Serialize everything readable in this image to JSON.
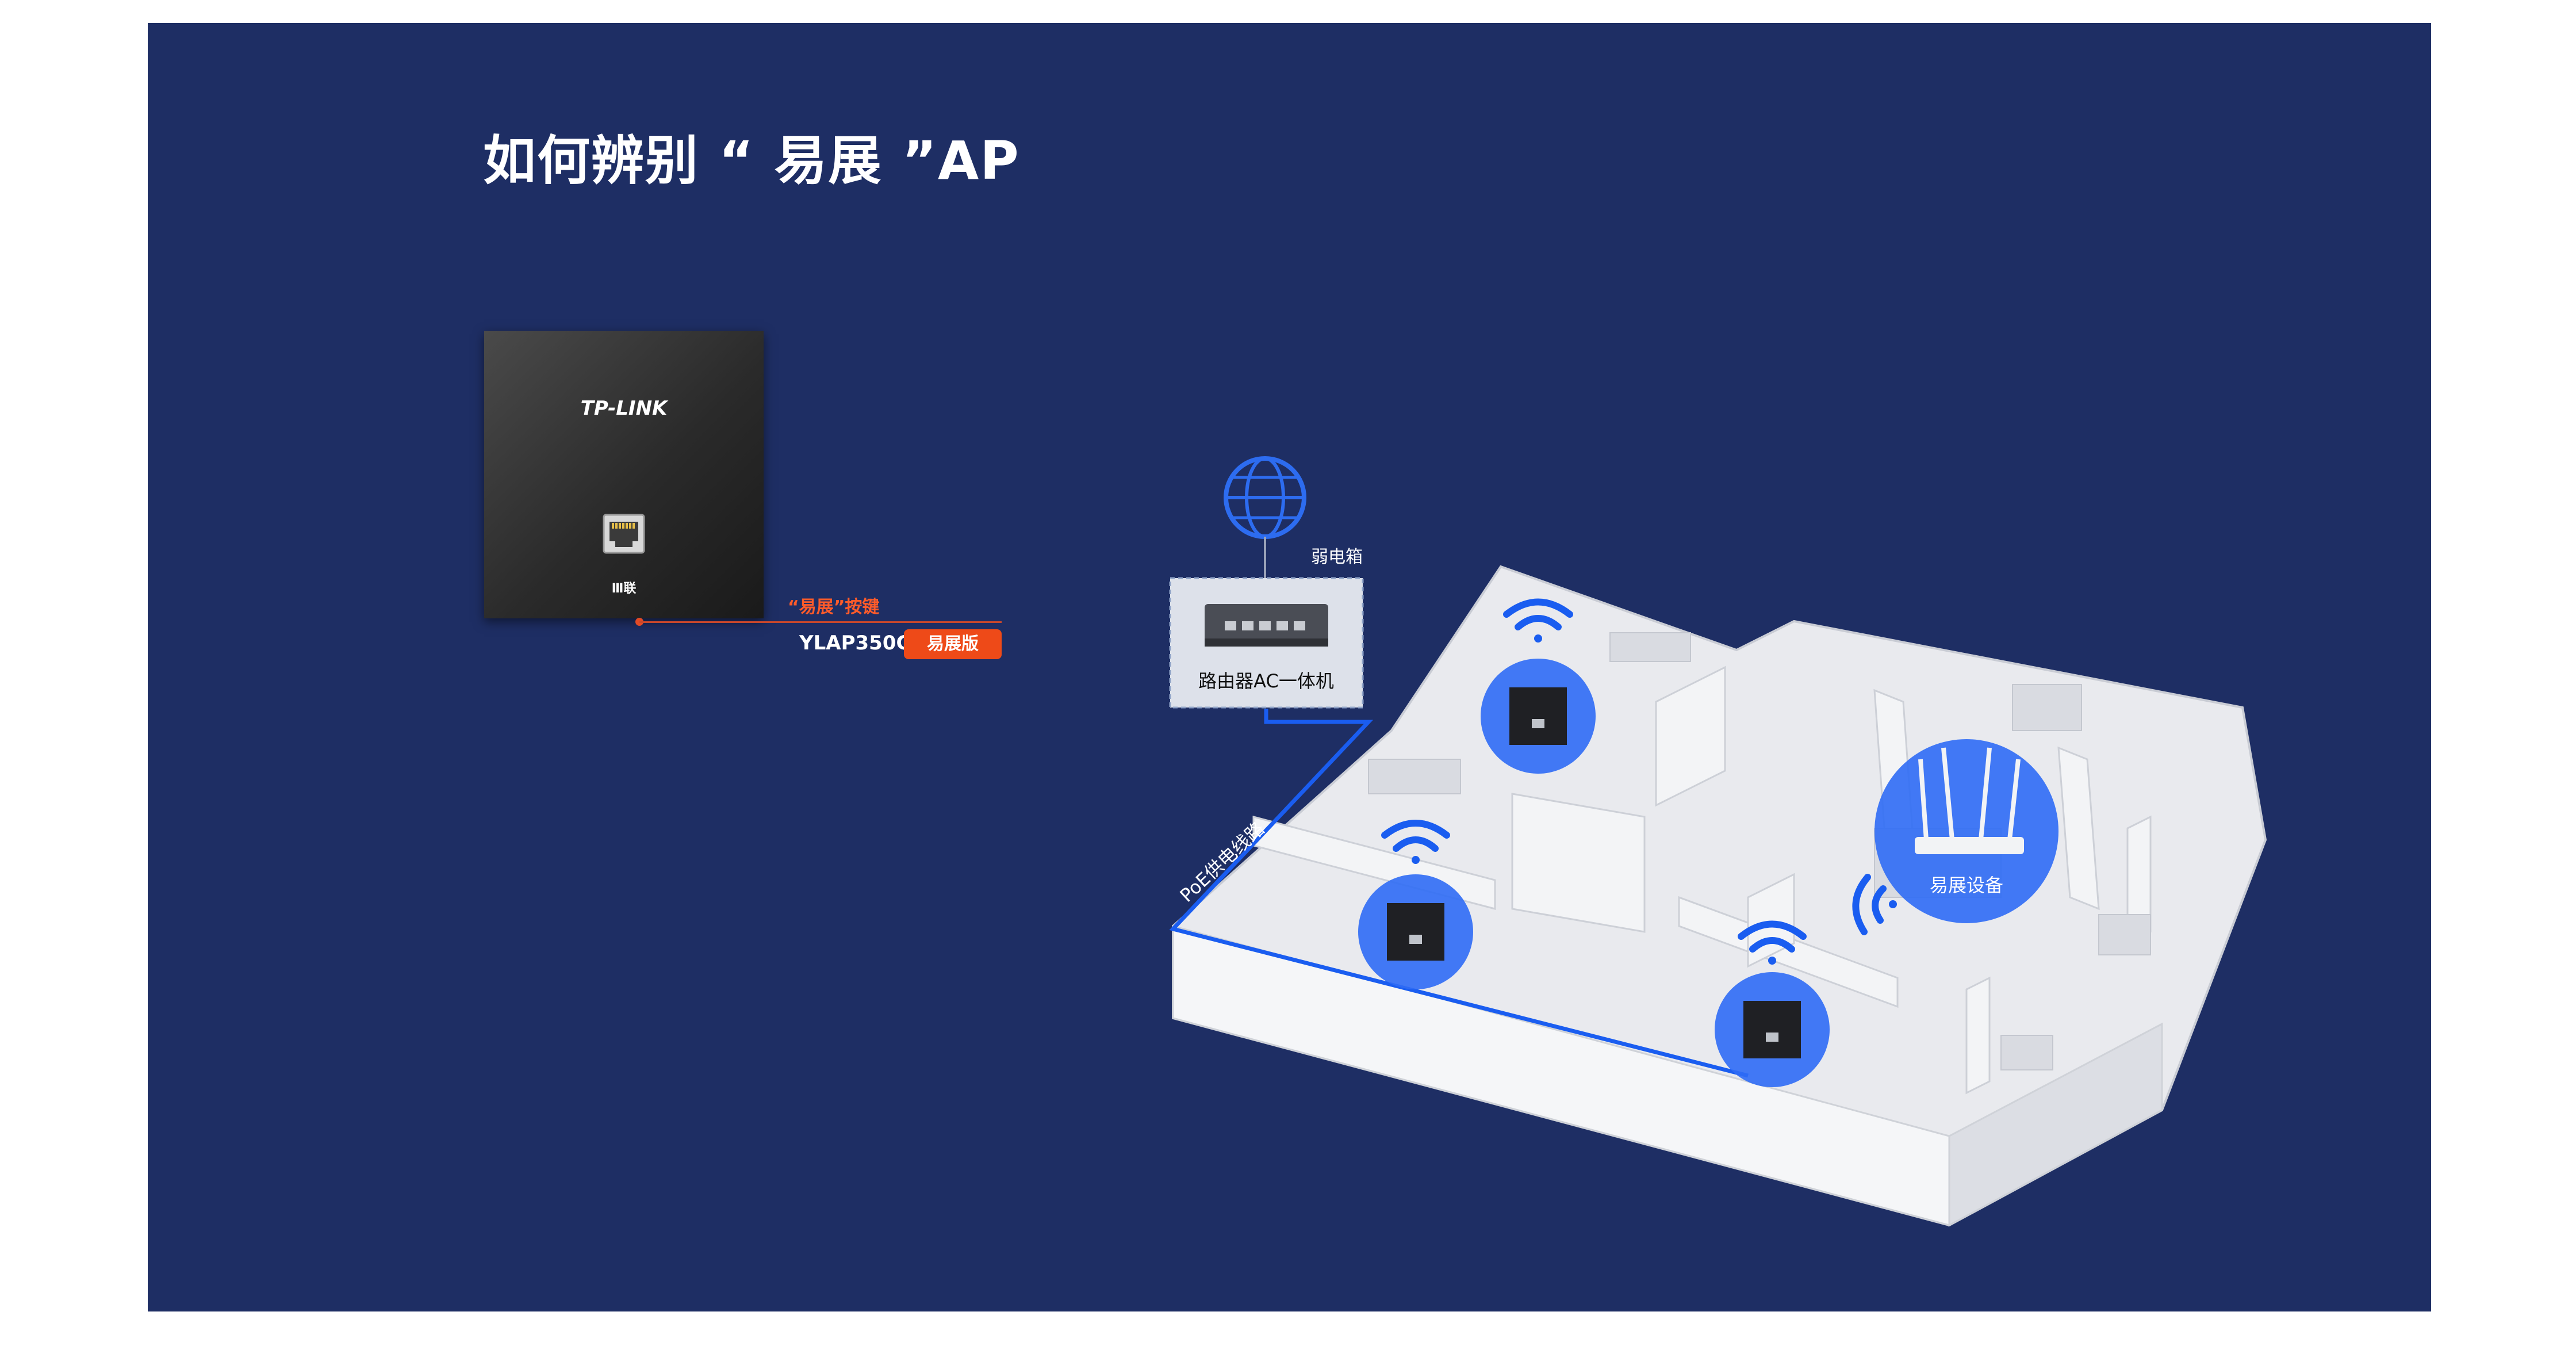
{
  "title": "如何辨别 “ 易展 ”AP",
  "device": {
    "brand": "TP-LINK",
    "label": "Ⅲ联",
    "port_icon": "ethernet-port-icon"
  },
  "callout": {
    "button_text": "“易展”按键",
    "model": "YLAP350G",
    "badge": "易展版"
  },
  "diagram": {
    "weak_box_label": "弱电箱",
    "router_label": "路由器AC一体机",
    "poe_label": "PoE供电线路",
    "mesh_label": "易展设备",
    "icons": [
      "globe-icon",
      "wifi-icon",
      "router-icon"
    ]
  },
  "colors": {
    "background": "#1e2e64",
    "accent": "#ee4a18",
    "line_blue": "#1a5df0",
    "circle_blue": "#2f6cf5"
  }
}
